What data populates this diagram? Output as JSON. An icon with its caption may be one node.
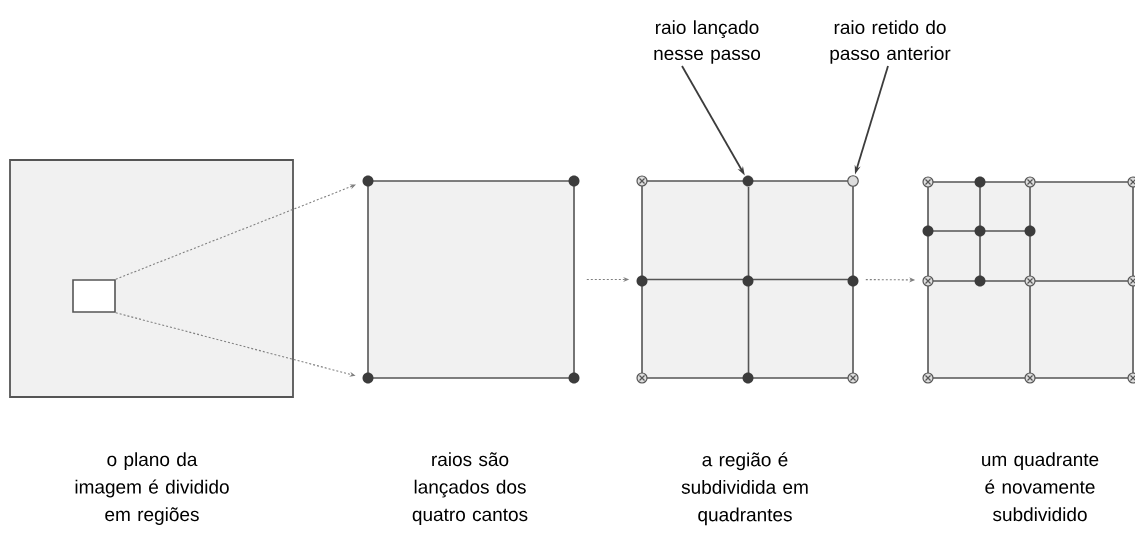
{
  "diagram": {
    "nodes": [
      {
        "text": [],
        "shape": "box",
        "beside": [
          "o plano da imagem é dividido em regiões"
        ]
      },
      {
        "text": [],
        "shape": "box",
        "in": 0
      },
      {
        "text": [],
        "shape": "box",
        "beside": [
          "raios são lançados dos quatro cantos"
        ]
      },
      {
        "text": [],
        "shape": "box",
        "beside": [
          "a região é subdividida em quadrantes"
        ]
      },
      {
        "text": [],
        "shape": "box",
        "beside": [
          "um quadrante é novamente subdividido"
        ]
      },
      {
        "text": [
          "raio lançado nesse passo"
        ]
      },
      {
        "text": [
          "raio retido do passo anterior"
        ]
      },
      {
        "text": [],
        "shape": "circle",
        "in": 3
      },
      {
        "text": [],
        "shape": "circle",
        "in": 3
      }
    ],
    "edges": [
      {
        "from": 1,
        "to": 2,
        "arrow": "to",
        "style": "dashed"
      },
      {
        "from": 1,
        "to": 2,
        "arrow": "to",
        "style": "dashed"
      },
      {
        "from": 2,
        "to": 3,
        "arrow": "to",
        "style": "dashed"
      },
      {
        "from": 3,
        "to": 4,
        "arrow": "to",
        "style": "dashed"
      },
      {
        "from": 5,
        "to": 7,
        "arrow": "to"
      },
      {
        "from": 6,
        "to": 8,
        "arrow": "to"
      }
    ]
  }
}
